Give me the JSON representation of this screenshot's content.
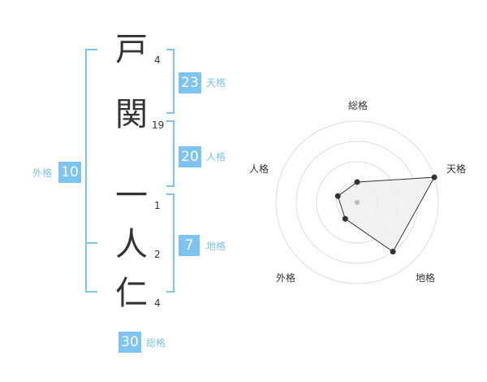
{
  "characters": [
    {
      "char": "戸",
      "strokes": "4"
    },
    {
      "char": "関",
      "strokes": "19"
    },
    {
      "char": "一",
      "strokes": "1"
    },
    {
      "char": "人",
      "strokes": "2"
    },
    {
      "char": "仁",
      "strokes": "4"
    }
  ],
  "kakusu": {
    "tenkaku": {
      "value": "23",
      "label": "天格"
    },
    "jinkaku": {
      "value": "20",
      "label": "人格"
    },
    "chikaku": {
      "value": "7",
      "label": "地格"
    },
    "gaikaku": {
      "value": "10",
      "label": "外格"
    },
    "soukaku": {
      "value": "30",
      "label": "総格"
    }
  },
  "radar": {
    "labels": {
      "soukaku": "総格",
      "tenkaku": "天格",
      "chikaku": "地格",
      "gaikaku": "外格",
      "jinkaku": "人格"
    },
    "levels": 4,
    "values": {
      "soukaku": 1,
      "tenkaku": 4,
      "chikaku": 3,
      "gaikaku": 1,
      "jinkaku": 1
    },
    "colors": {
      "fill": "#eeeeee",
      "stroke": "#333333",
      "grid": "#dddddd",
      "center": "#bbbbbb"
    }
  },
  "colors": {
    "accent": "#7dc4f0",
    "text": "#333333"
  }
}
